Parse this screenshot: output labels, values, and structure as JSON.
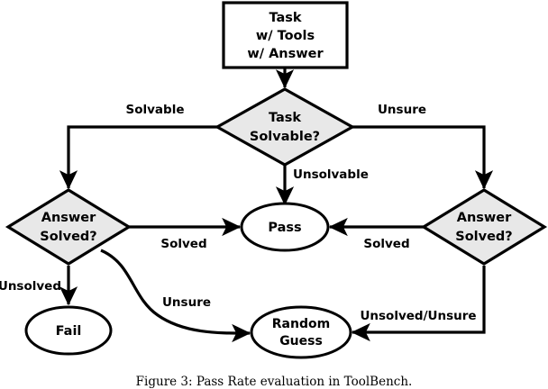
{
  "figure": {
    "caption": "Figure 3:  Pass Rate evaluation in ToolBench.",
    "background_color": "#ffffff",
    "line_color": "#000000",
    "decision_fill": "#e8e8e8",
    "node_fill": "#ffffff"
  },
  "nodes": {
    "task": {
      "id": "task",
      "shape": "rectangle",
      "line1": "Task",
      "line2": "w/ Tools",
      "line3": "w/ Answer"
    },
    "task_solvable": {
      "id": "task-solvable",
      "shape": "diamond",
      "line1": "Task",
      "line2": "Solvable?"
    },
    "answer_solved_left": {
      "id": "answer-solved-left",
      "shape": "diamond",
      "line1": "Answer",
      "line2": "Solved?"
    },
    "answer_solved_right": {
      "id": "answer-solved-right",
      "shape": "diamond",
      "line1": "Answer",
      "line2": "Solved?"
    },
    "pass": {
      "id": "pass",
      "shape": "ellipse",
      "line1": "Pass"
    },
    "fail": {
      "id": "fail",
      "shape": "ellipse",
      "line1": "Fail"
    },
    "random_guess": {
      "id": "random-guess",
      "shape": "ellipse",
      "line1": "Random",
      "line2": "Guess"
    }
  },
  "edges": [
    {
      "id": "task-to-solvable",
      "from": "task",
      "to": "task_solvable",
      "label": ""
    },
    {
      "id": "solvable-left",
      "from": "task_solvable",
      "to": "answer_solved_left",
      "label": "Solvable"
    },
    {
      "id": "solvable-right",
      "from": "task_solvable",
      "to": "answer_solved_right",
      "label": "Unsure"
    },
    {
      "id": "unsolvable-to-pass",
      "from": "task_solvable",
      "to": "pass",
      "label": "Unsolvable"
    },
    {
      "id": "left-solved-to-pass",
      "from": "answer_solved_left",
      "to": "pass",
      "label": "Solved"
    },
    {
      "id": "right-solved-to-pass",
      "from": "answer_solved_right",
      "to": "pass",
      "label": "Solved"
    },
    {
      "id": "left-unsolved-to-fail",
      "from": "answer_solved_left",
      "to": "fail",
      "label": "Unsolved"
    },
    {
      "id": "left-unsure-to-guess",
      "from": "answer_solved_left",
      "to": "random_guess",
      "label": "Unsure"
    },
    {
      "id": "right-to-guess",
      "from": "answer_solved_right",
      "to": "random_guess",
      "label": "Unsolved/Unsure"
    }
  ]
}
